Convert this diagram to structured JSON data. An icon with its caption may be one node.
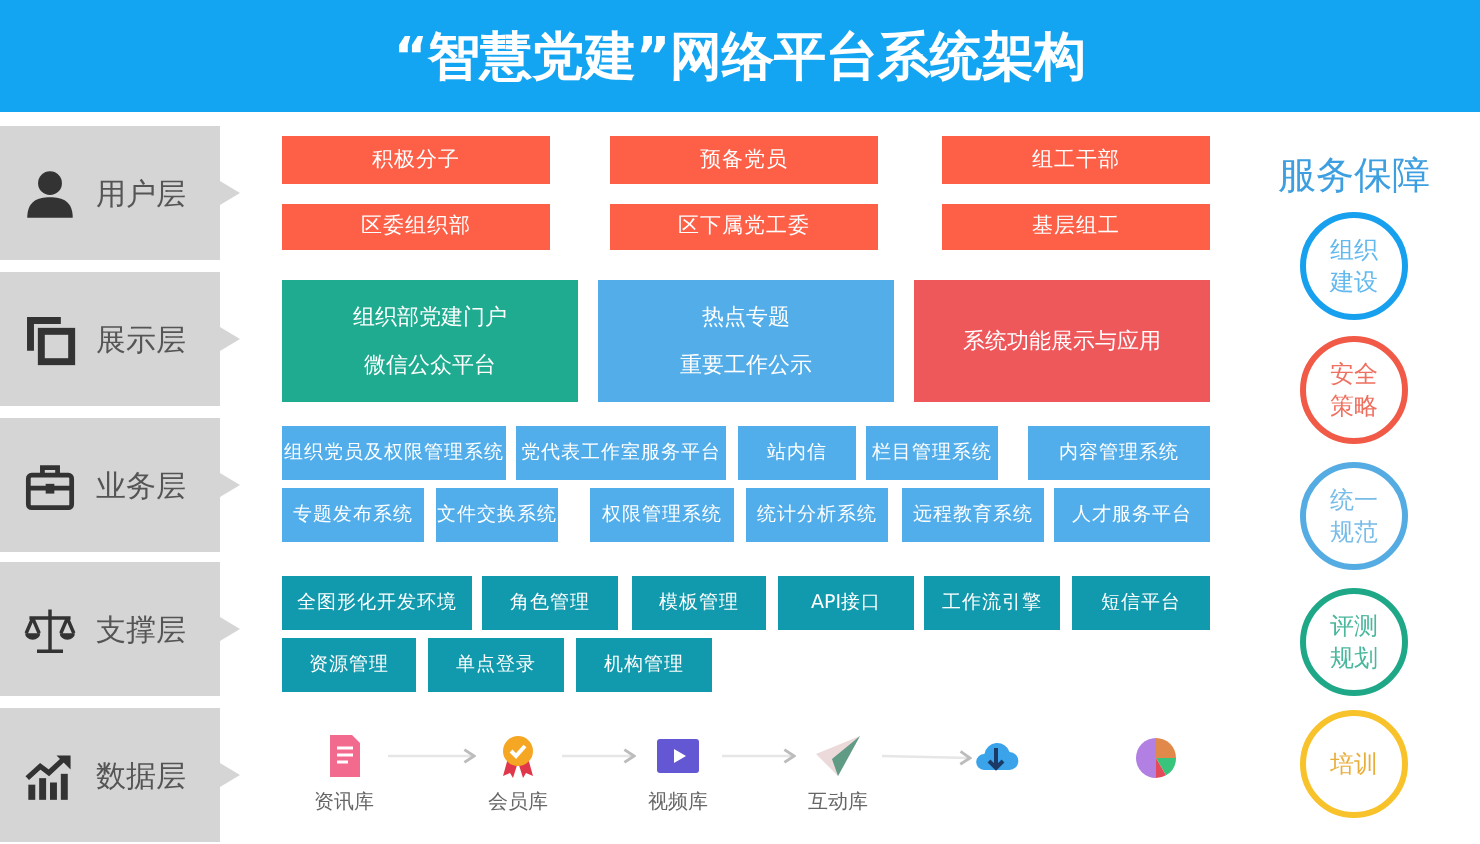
{
  "diagram": {
    "title": "“智慧党建”网络平台系统架构",
    "nodes": [
      {
        "text": [
          "用户层"
        ]
      },
      {
        "text": [
          "积极分子"
        ]
      },
      {
        "text": [
          "预备党员"
        ]
      },
      {
        "text": [
          "组工干部"
        ]
      },
      {
        "text": [
          "区委组织部"
        ]
      },
      {
        "text": [
          "区下属党工委"
        ]
      },
      {
        "text": [
          "基层组工"
        ]
      },
      {
        "text": [
          "展示层"
        ]
      },
      {
        "text": [
          "组织部党建门户",
          "微信公众平台"
        ]
      },
      {
        "text": [
          "热点专题",
          "重要工作公示"
        ]
      },
      {
        "text": [
          "系统功能展示与应用"
        ]
      },
      {
        "text": [
          "业务层"
        ]
      },
      {
        "text": [
          "组织党员及权限管理系统"
        ]
      },
      {
        "text": [
          "党代表工作室服务平台"
        ]
      },
      {
        "text": [
          "站内信"
        ]
      },
      {
        "text": [
          "栏目管理系统"
        ]
      },
      {
        "text": [
          "内容管理系统"
        ]
      },
      {
        "text": [
          "专题发布系统"
        ]
      },
      {
        "text": [
          "文件交换系统"
        ]
      },
      {
        "text": [
          "权限管理系统"
        ]
      },
      {
        "text": [
          "统计分析系统"
        ]
      },
      {
        "text": [
          "远程教育系统"
        ]
      },
      {
        "text": [
          "人才服务平台"
        ]
      },
      {
        "text": [
          "支撑层"
        ]
      },
      {
        "text": [
          "全图形化开发环境"
        ]
      },
      {
        "text": [
          "角色管理"
        ]
      },
      {
        "text": [
          "模板管理"
        ]
      },
      {
        "text": [
          "API接口"
        ]
      },
      {
        "text": [
          "工作流引擎"
        ]
      },
      {
        "text": [
          "短信平台"
        ]
      },
      {
        "text": [
          "资源管理"
        ]
      },
      {
        "text": [
          "单点登录"
        ]
      },
      {
        "text": [
          "机构管理"
        ]
      },
      {
        "text": [
          "数据层"
        ]
      },
      {
        "text": [
          "资讯库"
        ]
      },
      {
        "text": [
          "会员库"
        ]
      },
      {
        "text": [
          "视频库"
        ]
      },
      {
        "text": [
          "互动库"
        ]
      },
      {
        "text": [],
        "shape": "picture"
      },
      {
        "text": [],
        "shape": "picture"
      },
      {
        "text": [
          "组织建设"
        ]
      },
      {
        "text": [
          "安全策略"
        ]
      },
      {
        "text": [
          "统一规范"
        ]
      },
      {
        "text": [
          "评测规划"
        ]
      },
      {
        "text": [
          "培训"
        ]
      }
    ],
    "edges": [
      {
        "from": 34,
        "to": 35,
        "arrow": "to"
      },
      {
        "from": 35,
        "to": 36,
        "arrow": "to"
      },
      {
        "from": 36,
        "to": 37,
        "arrow": "to"
      },
      {
        "from": 37,
        "to": 38,
        "arrow": "to"
      }
    ],
    "labels": [
      "服务保障"
    ]
  }
}
